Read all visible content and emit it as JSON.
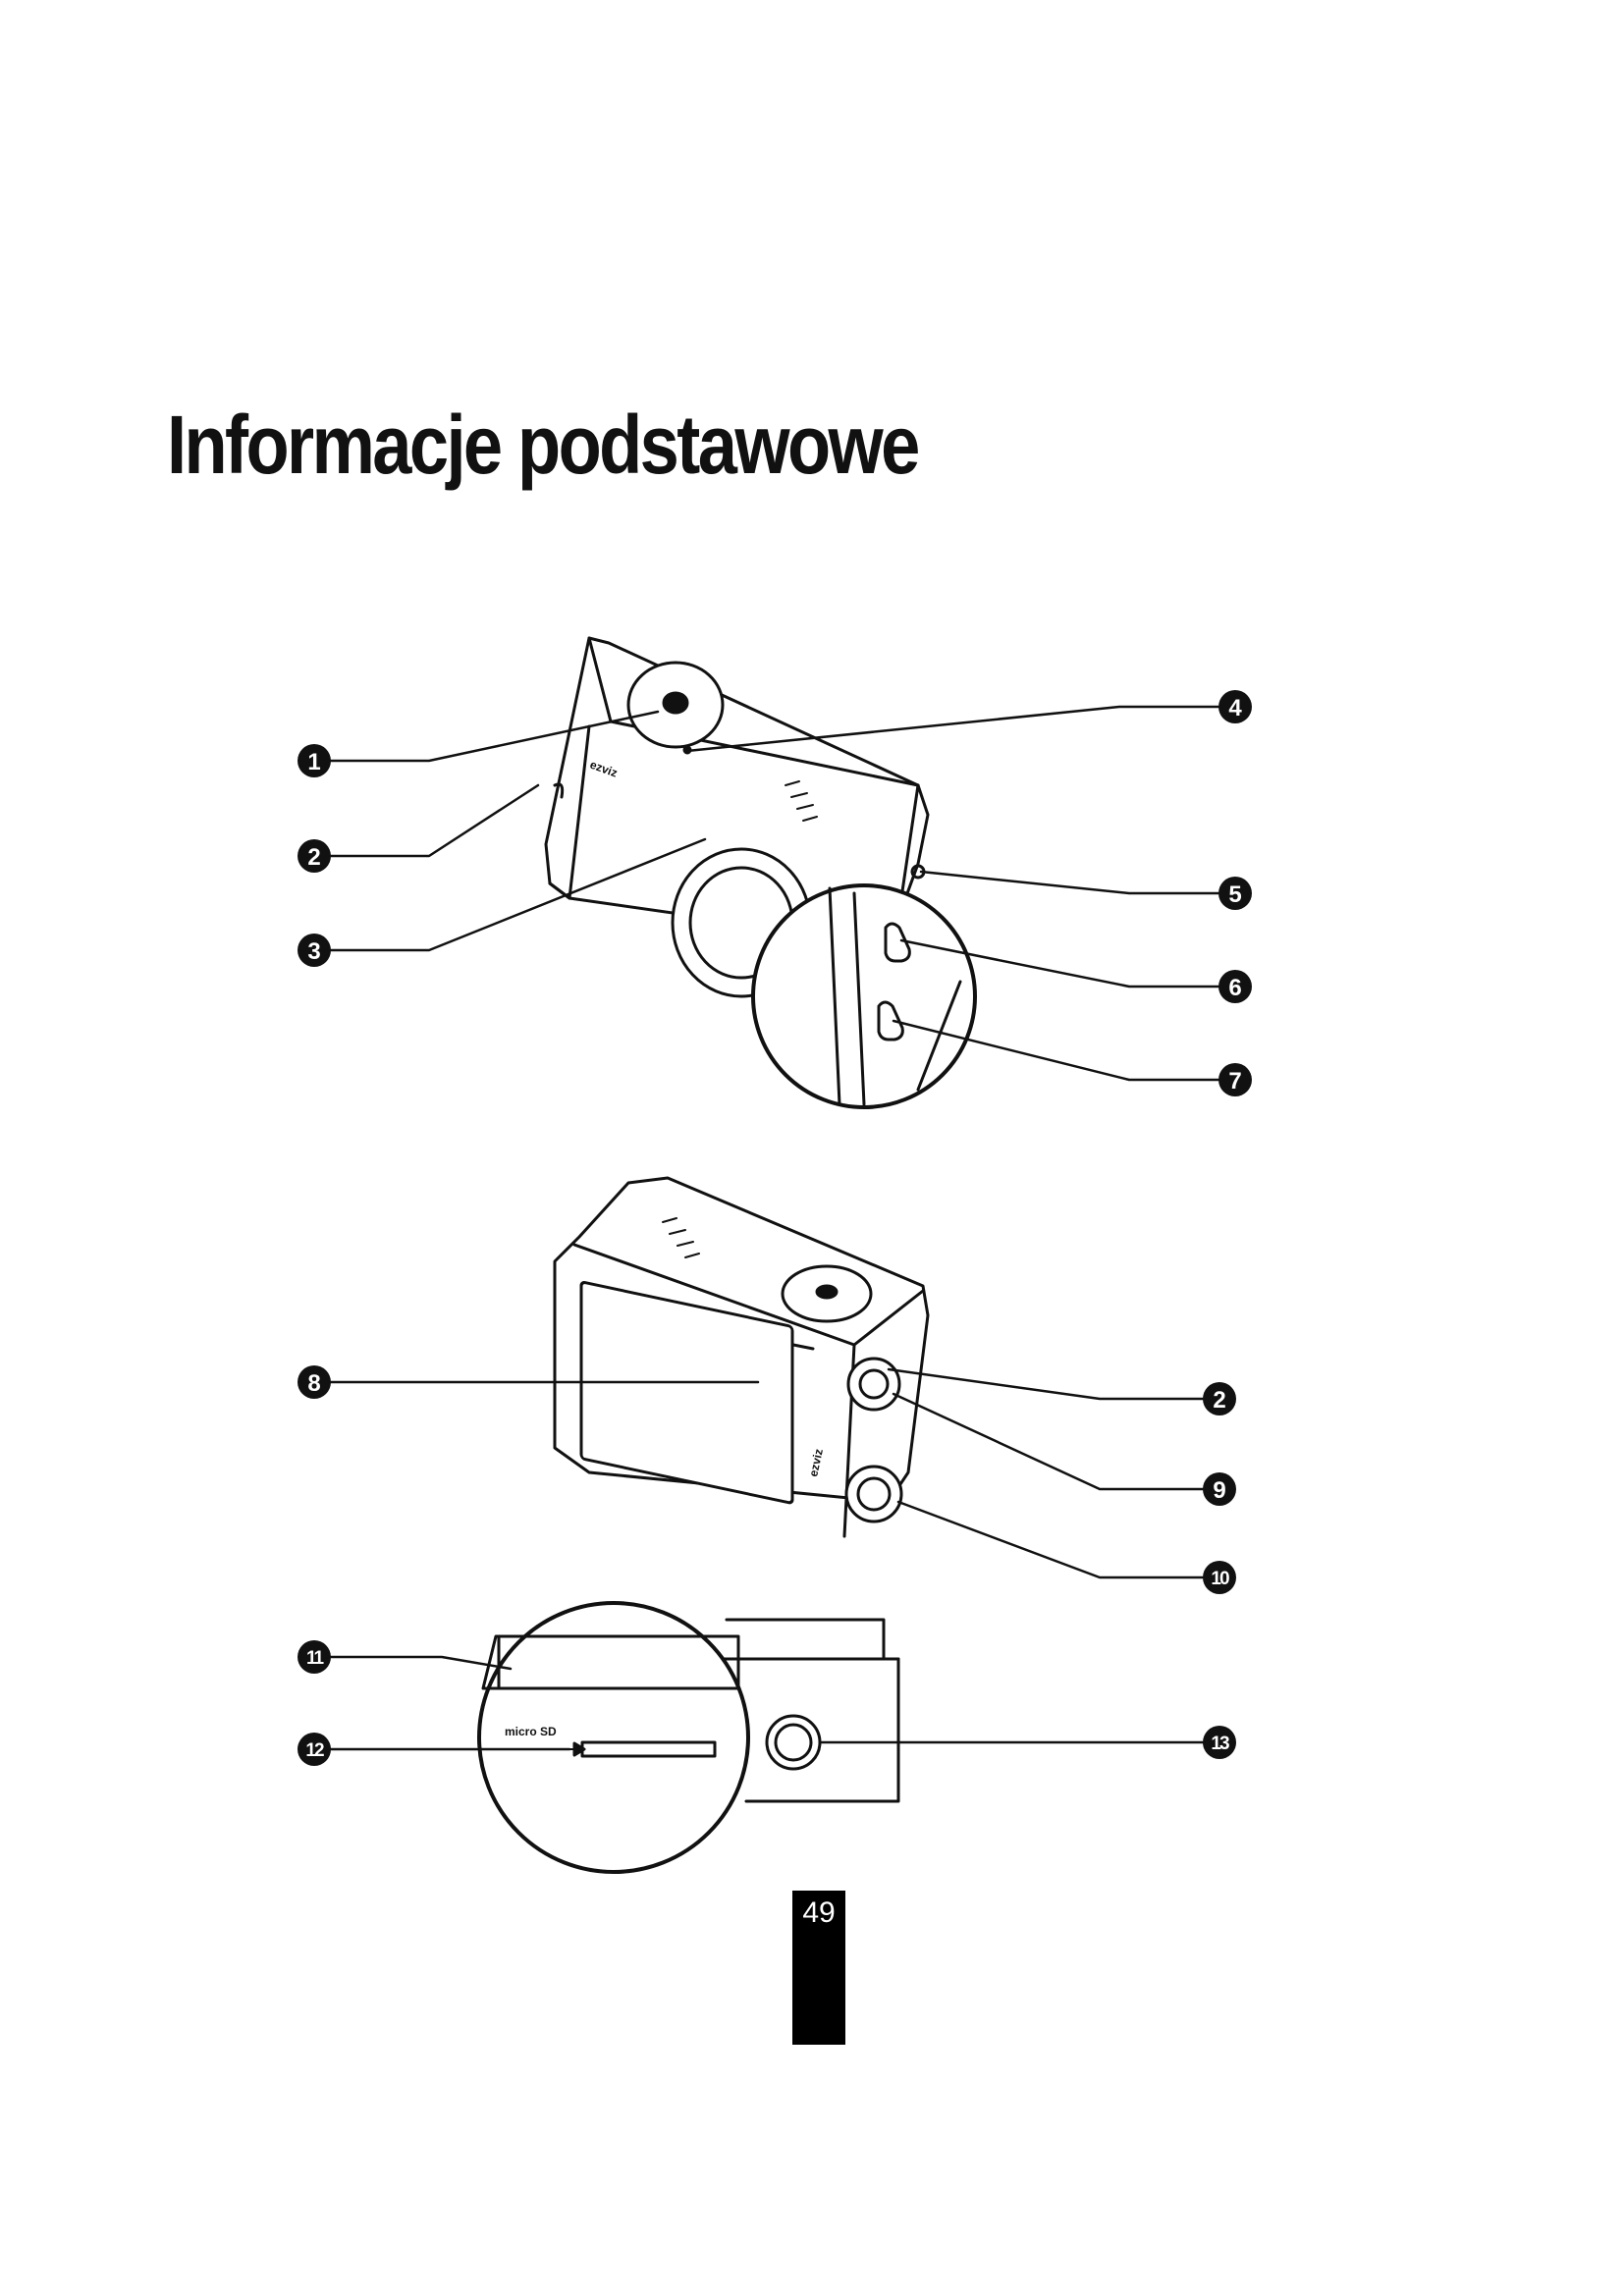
{
  "page": {
    "title": "Informacje podstawowe",
    "page_number": "49"
  },
  "figure": {
    "brand_mark": "ezviz",
    "sd_label": "micro SD",
    "callouts": [
      "1",
      "2",
      "3",
      "4",
      "5",
      "6",
      "7",
      "8",
      "2",
      "9",
      "10",
      "11",
      "12",
      "13"
    ]
  },
  "colors": {
    "ink": "#111111",
    "page_tab": "#000000"
  }
}
